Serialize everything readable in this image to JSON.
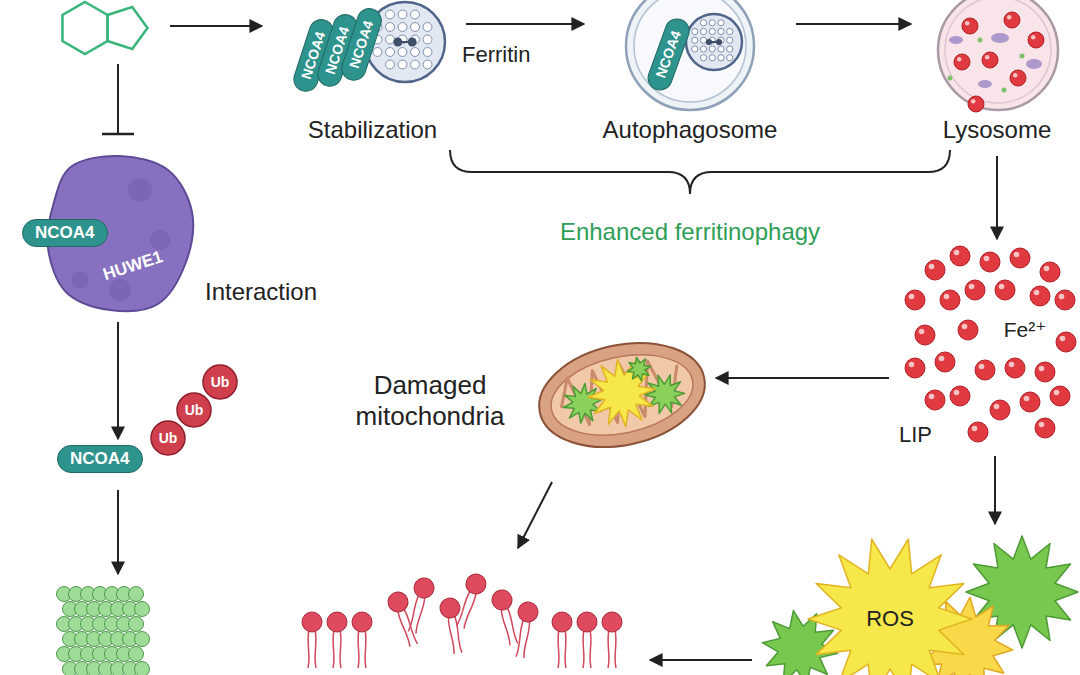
{
  "diagram": {
    "nodes": [
      {
        "text": [
          "Stabilization"
        ]
      },
      {
        "text": [
          "NCOA4"
        ],
        "in": 0
      },
      {
        "text": [
          "NCOA4"
        ],
        "in": 0
      },
      {
        "text": [
          "NCOA4"
        ],
        "in": 0
      },
      {
        "text": [
          "Autophagosome"
        ]
      },
      {
        "text": [
          "NCOA4"
        ],
        "in": 4
      },
      {
        "text": [
          "Lysosome"
        ]
      },
      {
        "text": [
          "Fe²⁺",
          "LIP"
        ]
      },
      {
        "text": [
          "Damaged mitochondria"
        ]
      },
      {
        "text": [
          "ROS"
        ]
      },
      {
        "text": [
          "HUWE1",
          "Interaction"
        ]
      },
      {
        "text": [
          "NCOA4"
        ],
        "in": 10
      },
      {
        "text": [
          "NCOA4"
        ]
      },
      {
        "text": [
          "Ub"
        ]
      },
      {
        "text": [
          "Ub"
        ]
      },
      {
        "text": [
          "Ub"
        ]
      }
    ],
    "edges": [
      {
        "from": 0,
        "to": 4,
        "arrow": "to"
      },
      {
        "from": 4,
        "to": 6,
        "arrow": "to"
      },
      {
        "from": 6,
        "to": 7,
        "arrow": "to"
      },
      {
        "from": 7,
        "to": 8,
        "arrow": "to"
      },
      {
        "from": 7,
        "to": 9,
        "arrow": "to"
      },
      {
        "from": 10,
        "to": 12,
        "arrow": "to"
      }
    ],
    "labels": [
      "Ferritin",
      "Enhanced ferritinophagy"
    ]
  }
}
